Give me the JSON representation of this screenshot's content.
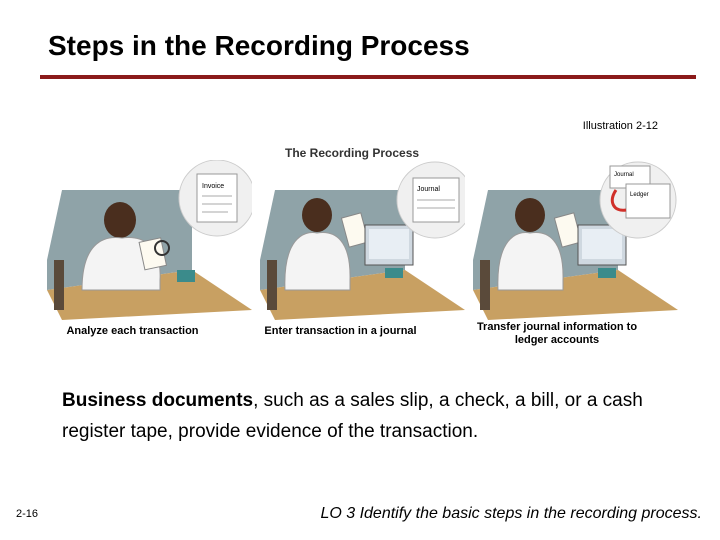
{
  "slide": {
    "title": "Steps in the Recording Process",
    "illustration_ref": "Illustration 2-12",
    "figure_title": "The Recording Process",
    "steps": [
      {
        "caption": "Analyze each transaction",
        "bubble_doc": "Invoice"
      },
      {
        "caption": "Enter transaction in a journal",
        "bubble_doc": "Journal"
      },
      {
        "caption": "Transfer journal information to ledger accounts",
        "bubble_doc_top": "Journal",
        "bubble_doc_bottom": "Ledger"
      }
    ],
    "body_bold": "Business documents",
    "body_rest": ", such as a sales slip, a check, a bill, or a cash register tape, provide evidence of the transaction.",
    "slide_number": "2-16",
    "learning_objective": "LO 3  Identify the basic steps in the recording process."
  },
  "colors": {
    "rule": "#8b1a1a",
    "desk": "#c8a062",
    "wall": "#8fa3a8"
  }
}
